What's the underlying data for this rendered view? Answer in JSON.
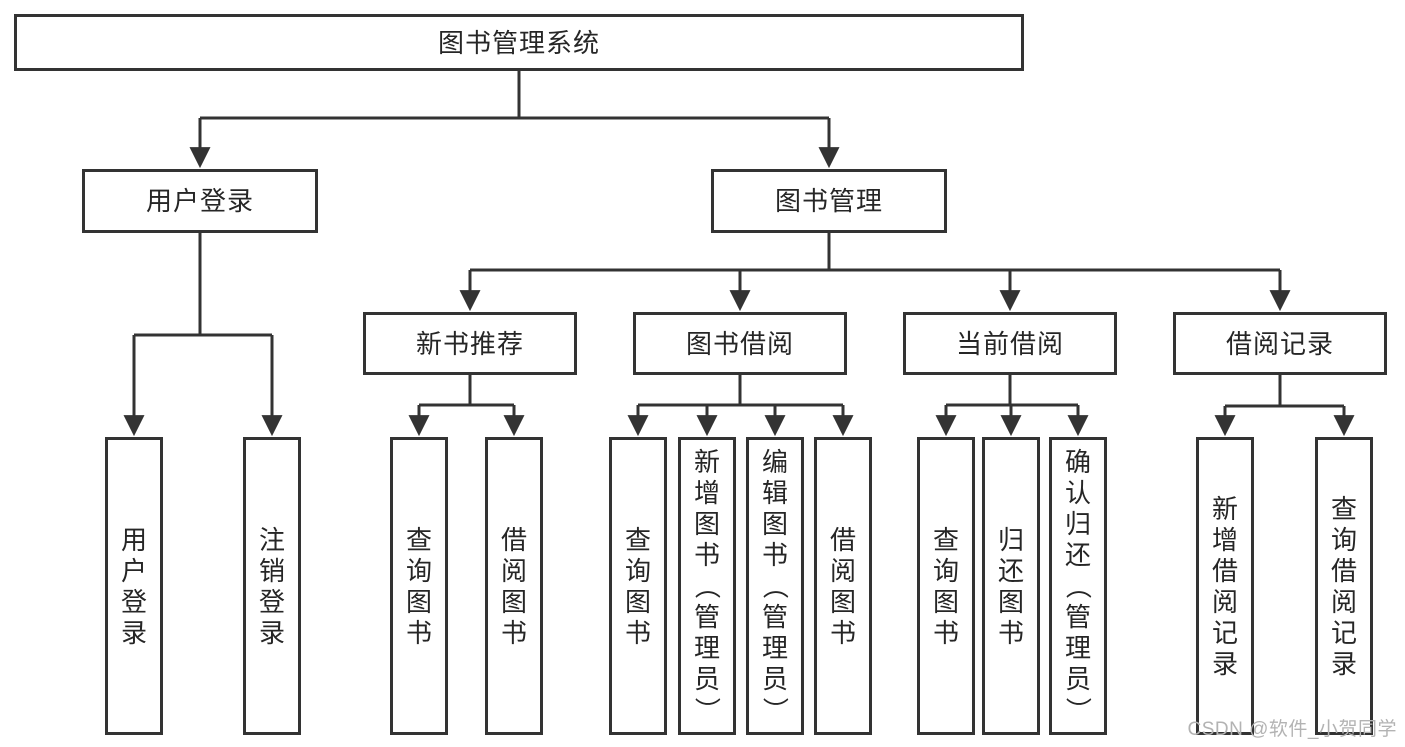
{
  "colors": {
    "line": "#333333",
    "box_fill": "#ffffff",
    "text": "#262626",
    "watermark": "#b3b3b3"
  },
  "watermark": {
    "text": "CSDN @软件_小贺同学"
  },
  "tree": {
    "label": "图书管理系统",
    "children": [
      {
        "label": "用户登录",
        "children": [
          {
            "label": "用户登录"
          },
          {
            "label": "注销登录"
          }
        ]
      },
      {
        "label": "图书管理",
        "children": [
          {
            "label": "新书推荐",
            "children": [
              {
                "label": "查询图书"
              },
              {
                "label": "借阅图书"
              }
            ]
          },
          {
            "label": "图书借阅",
            "children": [
              {
                "label": "查询图书"
              },
              {
                "label": "新增图书（管理员）"
              },
              {
                "label": "编辑图书（管理员）"
              },
              {
                "label": "借阅图书"
              }
            ]
          },
          {
            "label": "当前借阅",
            "children": [
              {
                "label": "查询图书"
              },
              {
                "label": "归还图书"
              },
              {
                "label": "确认归还（管理员）"
              }
            ]
          },
          {
            "label": "借阅记录",
            "children": [
              {
                "label": "新增借阅记录"
              },
              {
                "label": "查询借阅记录"
              }
            ]
          }
        ]
      }
    ]
  }
}
